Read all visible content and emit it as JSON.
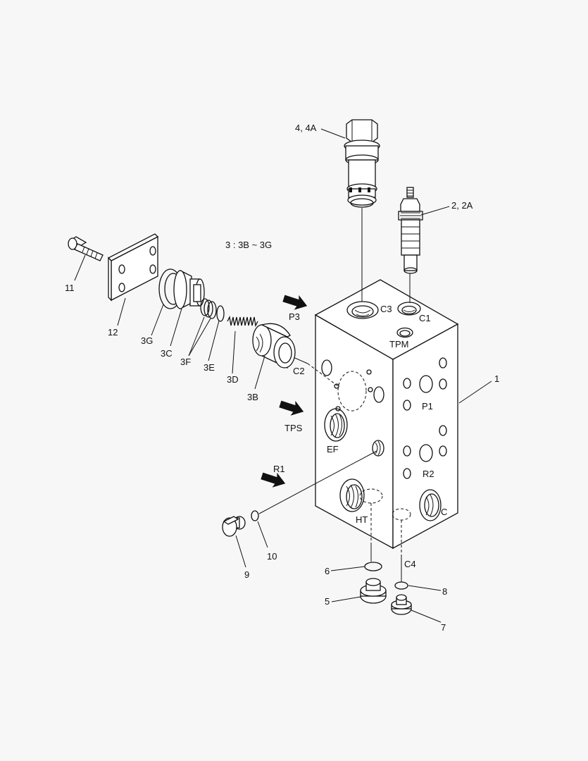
{
  "title": "3 : 3B ~ 3G",
  "callouts": {
    "c1": "1",
    "c2": "2, 2A",
    "c4": "4, 4A",
    "c3b": "3B",
    "c3c": "3C",
    "c3d": "3D",
    "c3e": "3E",
    "c3f": "3F",
    "c3g": "3G",
    "c5": "5",
    "c6": "6",
    "c7": "7",
    "c8": "8",
    "c9": "9",
    "c10": "10",
    "c11": "11",
    "c12": "12"
  },
  "ports": {
    "C3": "C3",
    "C1": "C1",
    "TPM": "TPM",
    "C2": "C2",
    "P1": "P1",
    "R2": "R2",
    "EF": "EF",
    "HT": "HT",
    "C": "C",
    "C4": "C4"
  },
  "arrows": {
    "P3": "P3",
    "TPS": "TPS",
    "R1": "R1"
  }
}
